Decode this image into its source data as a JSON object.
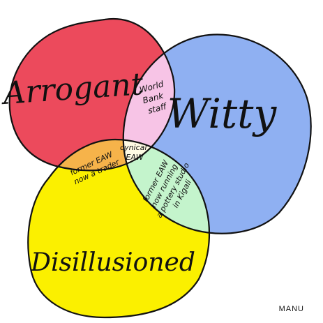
{
  "sets": {
    "arrogant": {
      "label": "Arrogant",
      "color": "#ec4a5c"
    },
    "witty": {
      "label": "Witty",
      "color": "#8fb0f2"
    },
    "disillusioned": {
      "label": "Disillusioned",
      "color": "#fbf000"
    }
  },
  "intersections": {
    "arrogant_witty": {
      "lines": [
        "World",
        "Bank",
        "staff"
      ],
      "color": "#f7c4e6"
    },
    "arrogant_disillusioned": {
      "lines": [
        "former EAW",
        "now a trader"
      ],
      "color": "#f6b34a"
    },
    "witty_disillusioned": {
      "lines": [
        "former EAW",
        "now running",
        "a pottery studio",
        "in Kigali"
      ],
      "color": "#c4f4cc"
    },
    "all_three": {
      "lines": [
        "cynical",
        "EAW"
      ],
      "color": "#fffbe4"
    }
  },
  "signature": "MANU",
  "outline_color": "#111111"
}
